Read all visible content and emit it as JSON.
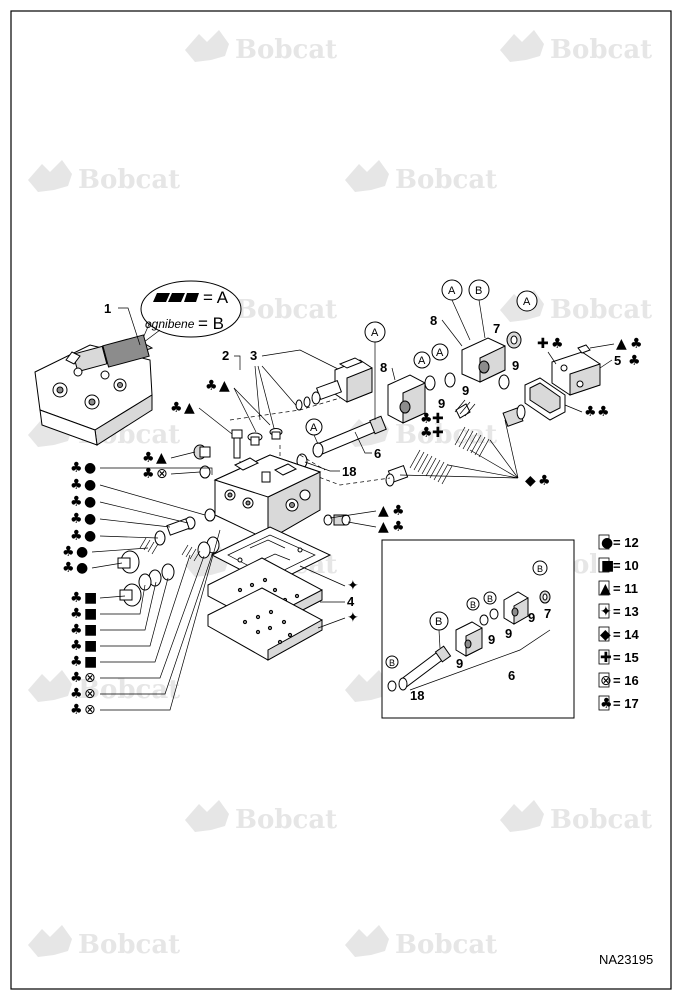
{
  "watermark": {
    "text": "Bobcat"
  },
  "brand_callout": {
    "logo_label": "A",
    "brand_name": "ognibene",
    "brand_label": "B"
  },
  "callouts": {
    "n1": "1",
    "n2": "2",
    "n3": "3",
    "n4": "4",
    "n5": "5",
    "n6a": "6",
    "n6b": "6",
    "n7a": "7",
    "n7b": "7",
    "n8a": "8",
    "n8b": "8",
    "n9a": "9",
    "n9b": "9",
    "n9c": "9",
    "n9d": "9",
    "n9e": "9",
    "n9f": "9",
    "n9g": "9",
    "n18a": "18",
    "n18b": "18"
  },
  "circle_labels": {
    "A": "A",
    "B": "B"
  },
  "symbols": {
    "circle": "●",
    "square": "■",
    "triangle": "▲",
    "cross": "✦",
    "diamond": "◆",
    "plus": "✚",
    "otimes": "⊗",
    "club": "♣"
  },
  "legend": [
    {
      "symbol": "●",
      "value": "12"
    },
    {
      "symbol": "■",
      "value": "10"
    },
    {
      "symbol": "▲",
      "value": "11"
    },
    {
      "symbol": "✦",
      "value": "13"
    },
    {
      "symbol": "◆",
      "value": "14"
    },
    {
      "symbol": "✚",
      "value": "15"
    },
    {
      "symbol": "⊗",
      "value": "16"
    },
    {
      "symbol": "♣",
      "value": "17"
    }
  ],
  "reference_code": "NA23195"
}
